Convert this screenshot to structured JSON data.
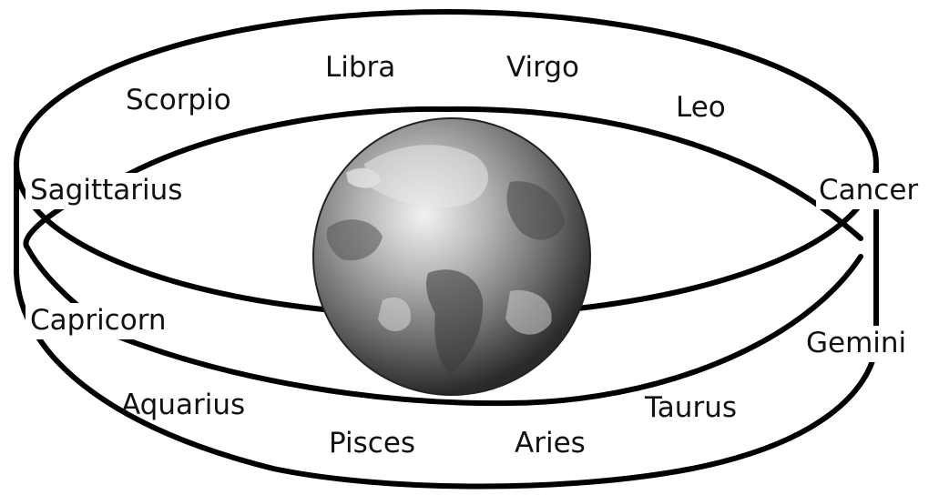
{
  "zodiac": {
    "signs": {
      "libra": "Libra",
      "virgo": "Virgo",
      "scorpio": "Scorpio",
      "leo": "Leo",
      "sagittarius": "Sagittarius",
      "cancer": "Cancer",
      "capricorn": "Capricorn",
      "gemini": "Gemini",
      "aquarius": "Aquarius",
      "taurus": "Taurus",
      "pisces": "Pisces",
      "aries": "Aries"
    }
  },
  "colors": {
    "line": "#000000",
    "text": "#111111",
    "background": "#ffffff"
  },
  "icons": {
    "center": "earth-globe-icon"
  }
}
